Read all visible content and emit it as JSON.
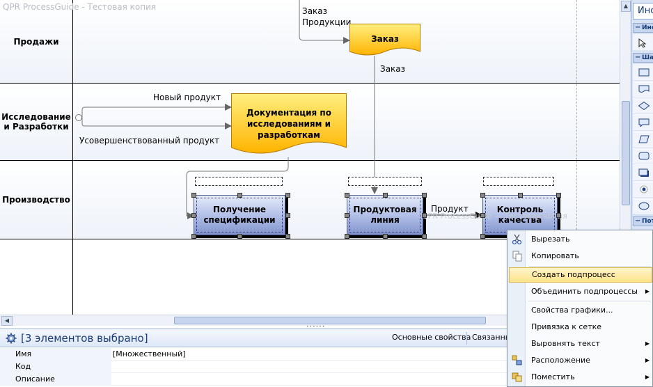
{
  "app": {
    "watermark_title": "QPR ProcessGuide - Тестовая копия",
    "watermark_inline": "QPR ProcessGuide — Тестовая копия"
  },
  "lanes": [
    {
      "id": "sales",
      "label": "Продажи"
    },
    {
      "id": "rnd",
      "label": "Исследование и Разработки"
    },
    {
      "id": "production",
      "label": "Производство"
    },
    {
      "id": "empty",
      "label": ""
    }
  ],
  "shapes": {
    "order": "Заказ",
    "rnd_doc": "Документация по исследованиям и разработкам",
    "get_spec": "Получение спецификации",
    "prod_line": "Продуктовая линия",
    "quality": "Контроль качества"
  },
  "flows": {
    "order_products": "Заказ Продукции",
    "order": "Заказ",
    "new_product": "Новый продукт",
    "improved_product": "Усовершенствованный продукт",
    "product": "Продукт"
  },
  "properties": {
    "title": "[3 элементов выбрано]",
    "tabs": [
      "Основные свойства",
      "Связанны"
    ],
    "rows": [
      {
        "key": "Имя",
        "value": "[Множественный]"
      },
      {
        "key": "Код",
        "value": ""
      },
      {
        "key": "Описание",
        "value": ""
      }
    ]
  },
  "toolbox": {
    "title": "Инструменты",
    "sections": [
      "Инструменты",
      "Шаблоны",
      "Потоки"
    ],
    "icons": [
      "pointer-icon",
      "rectangle-icon",
      "document-icon",
      "decision-icon",
      "note-icon",
      "parallelogram-icon",
      "rounded-rect-icon",
      "shadow-rect-icon",
      "event-icon",
      "ellipse-icon"
    ]
  },
  "context_menu": {
    "items": [
      {
        "label": "Вырезать",
        "icon": "cut-icon",
        "submenu": false
      },
      {
        "label": "Копировать",
        "icon": "copy-icon",
        "submenu": false
      },
      {
        "label": "Создать подпроцесс",
        "icon": "",
        "submenu": false,
        "highlighted": true
      },
      {
        "label": "Объединить подпроцессы",
        "icon": "",
        "submenu": true
      },
      {
        "label": "Свойства графики...",
        "icon": "",
        "submenu": false
      },
      {
        "label": "Привязка к сетке",
        "icon": "",
        "submenu": false
      },
      {
        "label": "Выровнять текст",
        "icon": "",
        "submenu": true
      },
      {
        "label": "Расположение",
        "icon": "arrange-icon",
        "submenu": true
      },
      {
        "label": "Поместить",
        "icon": "place-icon",
        "submenu": true
      }
    ]
  },
  "colors": {
    "doc_top": "#ffef80",
    "doc_bottom": "#ffb400",
    "proc_top": "#e6ecfa",
    "proc_bottom": "#8294cc",
    "menu_highlight": "#ffe28a",
    "accent": "#1b3d7c"
  }
}
